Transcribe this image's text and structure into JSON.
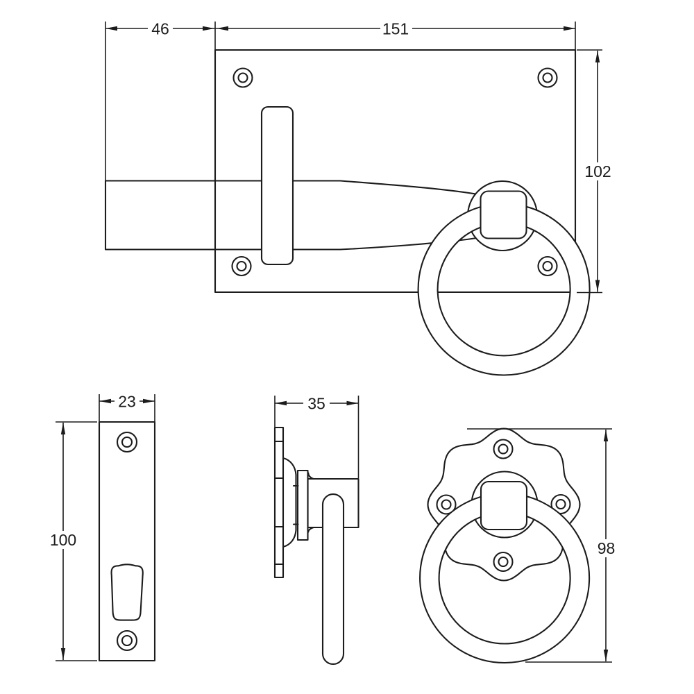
{
  "drawing": {
    "colors": {
      "line": "#1c1c1c",
      "background": "#ffffff"
    },
    "views": {
      "latch_front": {
        "dimensions": {
          "bolt_offset": "46",
          "plate_width": "151",
          "plate_height": "102"
        }
      },
      "keeper_plate": {
        "dimensions": {
          "width": "23",
          "height": "100"
        }
      },
      "handle_side": {
        "dimensions": {
          "depth": "35"
        }
      },
      "handle_front": {
        "dimensions": {
          "height": "98"
        }
      }
    }
  }
}
